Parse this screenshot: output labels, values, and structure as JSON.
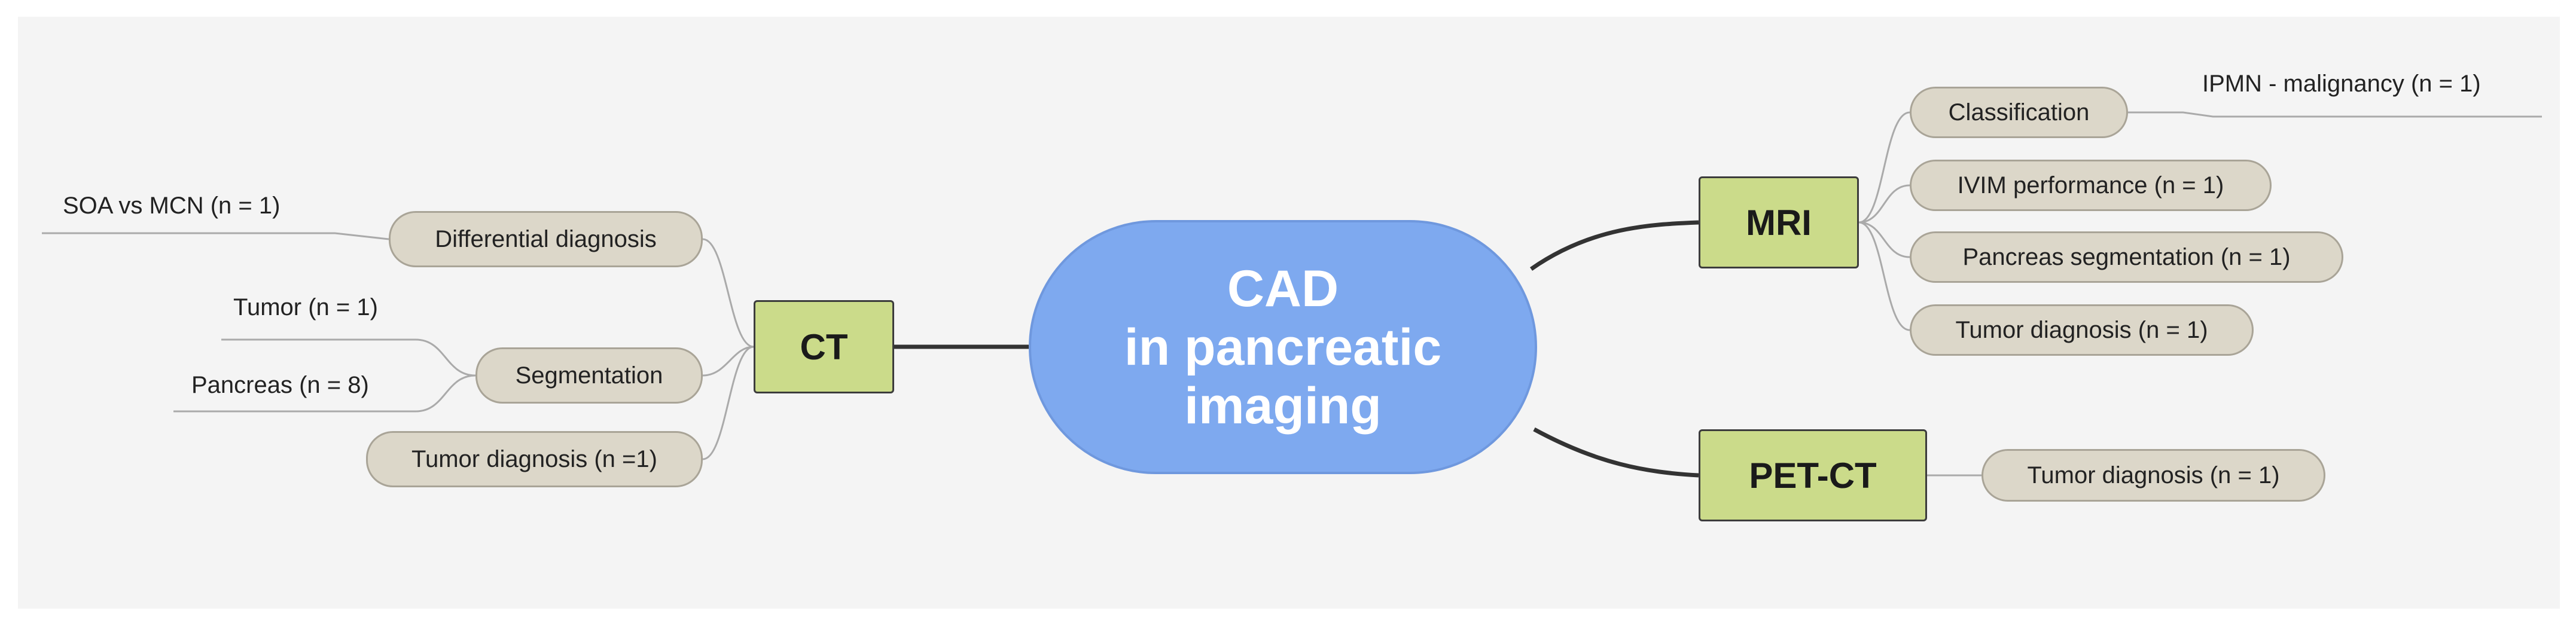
{
  "central": {
    "line1": "CAD",
    "line2": "in pancreatic",
    "line3": "imaging"
  },
  "branches": {
    "ct": {
      "label": "CT",
      "topics": {
        "differential": {
          "label": "Differential diagnosis",
          "leaves": [
            "SOA vs MCN (n = 1)"
          ]
        },
        "segmentation": {
          "label": "Segmentation",
          "leaves": [
            "Tumor (n = 1)",
            "Pancreas (n = 8)"
          ]
        },
        "tumor": {
          "label": "Tumor diagnosis (n =1)"
        }
      }
    },
    "mri": {
      "label": "MRI",
      "topics": {
        "classification": {
          "label": "Classification",
          "leaves": [
            "IPMN - malignancy (n = 1)"
          ]
        },
        "ivim": {
          "label": "IVIM performance (n = 1)"
        },
        "pancreas_seg": {
          "label": "Pancreas segmentation (n = 1)"
        },
        "tumor": {
          "label": "Tumor diagnosis (n = 1)"
        }
      }
    },
    "petct": {
      "label": "PET-CT",
      "topics": {
        "tumor": {
          "label": "Tumor diagnosis (n = 1)"
        }
      }
    }
  },
  "colors": {
    "central_fill": "#7ea9ef",
    "branch_fill": "#cbdb8a",
    "topic_fill": "#dcd7c9",
    "connector": "#333333",
    "leaf_connector": "#aaaaaa"
  }
}
